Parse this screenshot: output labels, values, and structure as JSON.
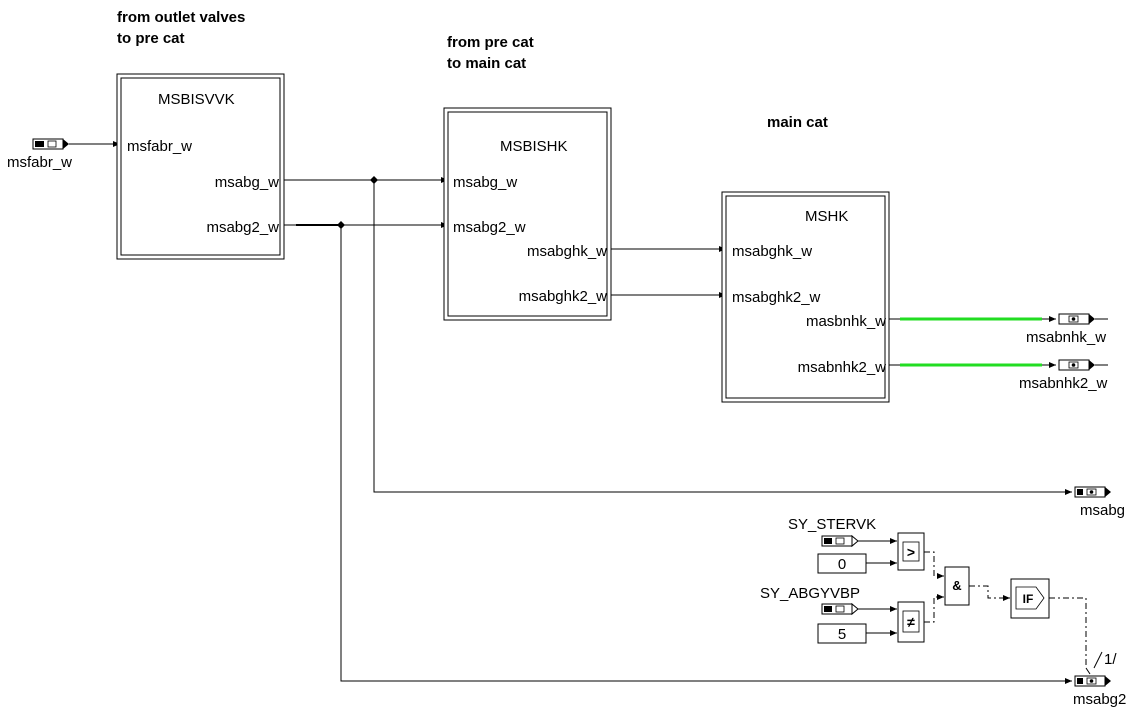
{
  "headers": {
    "section1_line1": "from outlet valves",
    "section1_line2": "to pre cat",
    "section2_line1": "from pre cat",
    "section2_line2": "to main cat",
    "section3": "main cat"
  },
  "blocks": {
    "msbisvvk": {
      "title": "MSBISVVK",
      "in1": "msfabr_w",
      "out1": "msabg_w",
      "out2": "msabg2_w"
    },
    "msbishk": {
      "title": "MSBISHK",
      "in1": "msabg_w",
      "in2": "msabg2_w",
      "out1": "msabghk_w",
      "out2": "msabghk2_w"
    },
    "mshk": {
      "title": "MSHK",
      "in1": "msabghk_w",
      "in2": "msabghk2_w",
      "out1": "masbnhk_w",
      "out2": "msabnhk2_w"
    }
  },
  "ports": {
    "in_msfabr": "msfabr_w",
    "out_msabnhk": "msabnhk_w",
    "out_msabnhk2": "msabnhk2_w",
    "out_msabg": "msabg",
    "out_msabg2": "msabg2",
    "in_sy_stervk": "SY_STERVK",
    "in_sy_abgyvbp": "SY_ABGYVBP"
  },
  "constants": {
    "c0": "0",
    "c5": "5"
  },
  "operators": {
    "gt": ">",
    "ne": "≠",
    "and": "&",
    "if": "IF"
  },
  "annotations": {
    "index": "1/"
  },
  "colors": {
    "highlight_wire": "#22dd22"
  }
}
